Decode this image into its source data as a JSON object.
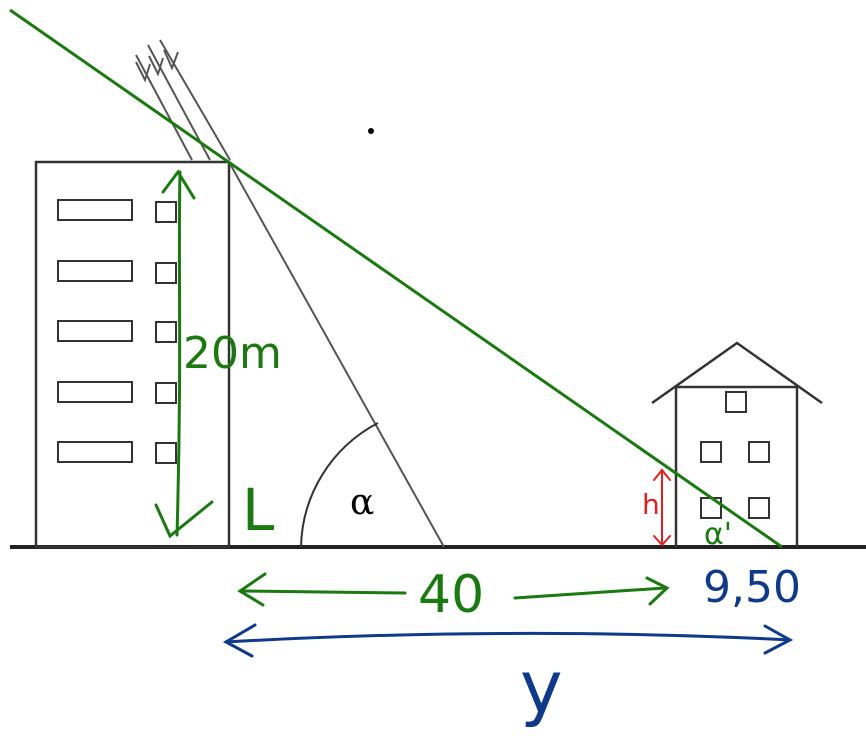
{
  "diagram": {
    "angle_label": "α",
    "height_label": "20m",
    "corner_label": "L",
    "distance_label": "40",
    "extra_distance_label": "9,50",
    "total_distance_label": "y",
    "small_height_label": "h",
    "small_angle_label": "α'",
    "colors": {
      "ink": "#000000",
      "green": "#1a7a10",
      "navy": "#0f3a8a",
      "red": "#e02020",
      "building": "#333333"
    }
  }
}
